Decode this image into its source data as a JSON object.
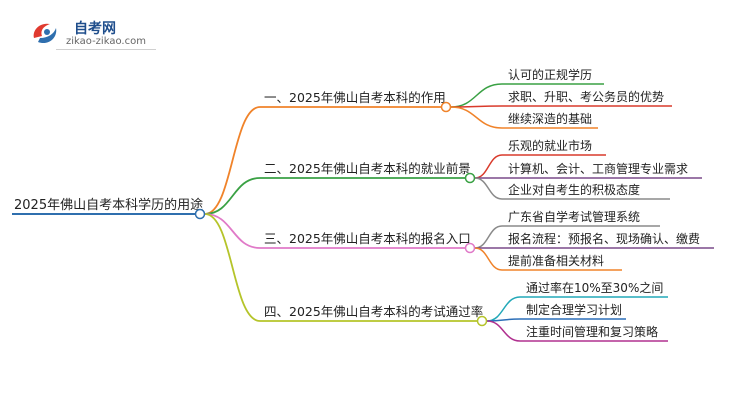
{
  "logo": {
    "title": "自考网",
    "subtitle": "zikao-zikao.com"
  },
  "colors": {
    "root": "#2f6fae",
    "branch1": "#f0832a",
    "branch2": "#3aa144",
    "branch3": "#e07ac8",
    "branch4": "#b5c42a",
    "leaf_red": "#d93a2b",
    "leaf_purple": "#7a4a8a",
    "leaf_gray": "#8a8a8a",
    "leaf_teal": "#22a8b8",
    "leaf_blue": "#2c6fb8",
    "leaf_magenta": "#b0308f"
  },
  "root": {
    "label": "2025年佛山自考本科学历的用途"
  },
  "branches": [
    {
      "label": "一、2025年佛山自考本科的作用",
      "leaves": [
        "认可的正规学历",
        "求职、升职、考公务员的优势",
        "继续深造的基础"
      ]
    },
    {
      "label": "二、2025年佛山自考本科的就业前景",
      "leaves": [
        "乐观的就业市场",
        "计算机、会计、工商管理专业需求",
        "企业对自考生的积极态度"
      ]
    },
    {
      "label": "三、2025年佛山自考本科的报名入口",
      "leaves": [
        "广东省自学考试管理系统",
        "报名流程：预报名、现场确认、缴费",
        "提前准备相关材料"
      ]
    },
    {
      "label": "四、2025年佛山自考本科的考试通过率",
      "leaves": [
        "通过率在10%至30%之间",
        "制定合理学习计划",
        "注重时间管理和复习策略"
      ]
    }
  ]
}
